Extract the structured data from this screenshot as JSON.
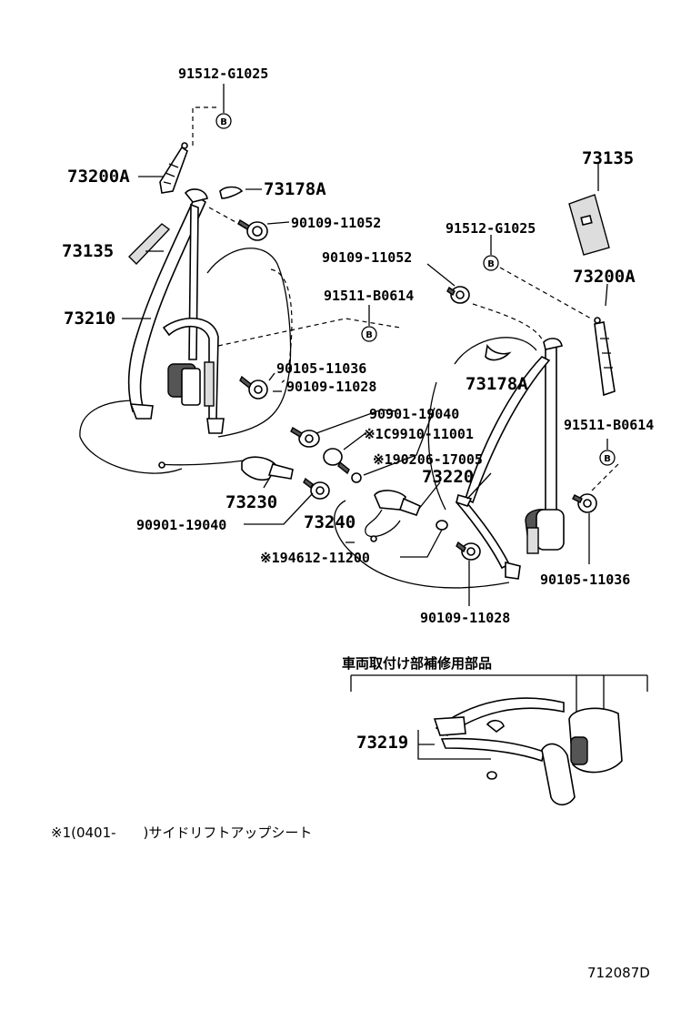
{
  "labels": {
    "p91512_top": "91512-G1025",
    "p73200a_left": "73200A",
    "p73178a_left": "73178A",
    "p90109_11052_left": "90109-11052",
    "p73135_left": "73135",
    "p73210": "73210",
    "p91511_mid": "91511-B0614",
    "p90105_11036_left": "90105-11036",
    "p90109_11028_left": "´90109-11028",
    "p90901_19040_right": "90901-19040",
    "p1c9910": "※1C9910-11001",
    "p190206": "※190206-17005",
    "p73220": "73220",
    "p73230": "73230",
    "p90901_19040_left": "90901-19040",
    "p73240": "73240",
    "p194612": "※194612-11200",
    "p90109_11028_bottom": "90109-11028",
    "p73135_right": "73135",
    "p91512_right": "91512-G1025",
    "p90109_11052_right": "90109-11052",
    "p73200a_right": "73200A",
    "p73178a_right": "73178A",
    "p91511_right": "91511-B0614",
    "p90105_11036_right": "90105-11036",
    "p73219": "73219"
  },
  "marker": "B",
  "section_title": "車両取付け部補修用部品",
  "footnote": "※1(0401-　　)サイドリフトアップシート",
  "diagram_code": "712087D"
}
